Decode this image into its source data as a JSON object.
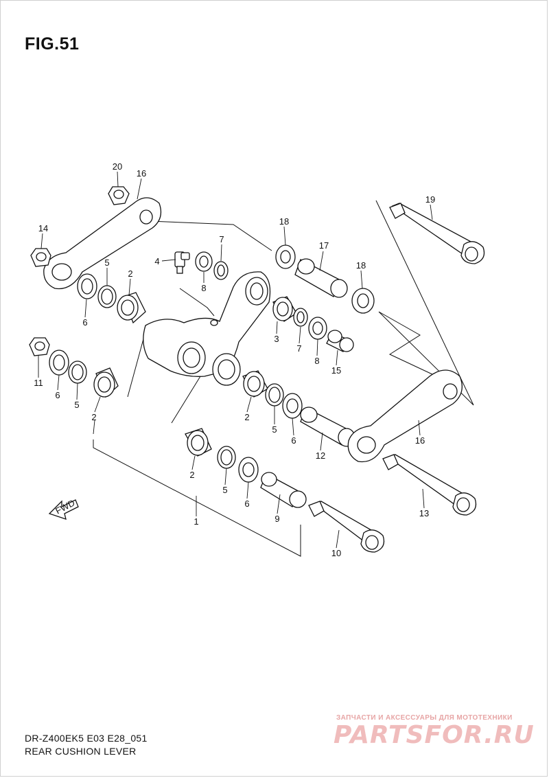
{
  "figure": {
    "title": "FIG.51"
  },
  "footer": {
    "model_code": "DR-Z400EK5 E03 E28_051",
    "section_name": "REAR CUSHION LEVER"
  },
  "fwd_arrow": {
    "label": "FWD"
  },
  "watermark": {
    "caption": "ЗАПЧАСТИ И АКСЕССУАРЫ ДЛЯ МОТОТЕХНИКИ",
    "logo_text": "PARTSFOR.RU"
  },
  "callouts": {
    "c1": "1",
    "c2a": "2",
    "c2b": "2",
    "c2c": "2",
    "c2d": "2",
    "c3": "3",
    "c4": "4",
    "c5a": "5",
    "c5b": "5",
    "c5c": "5",
    "c5d": "5",
    "c6a": "6",
    "c6b": "6",
    "c6c": "6",
    "c6d": "6",
    "c7a": "7",
    "c7b": "7",
    "c8a": "8",
    "c8b": "8",
    "c9": "9",
    "c10": "10",
    "c11": "11",
    "c12": "12",
    "c13": "13",
    "c14": "14",
    "c15": "15",
    "c16a": "16",
    "c16b": "16",
    "c17": "17",
    "c18a": "18",
    "c18b": "18",
    "c19": "19",
    "c20": "20"
  },
  "icons": [
    "fwd-arrow-icon"
  ]
}
